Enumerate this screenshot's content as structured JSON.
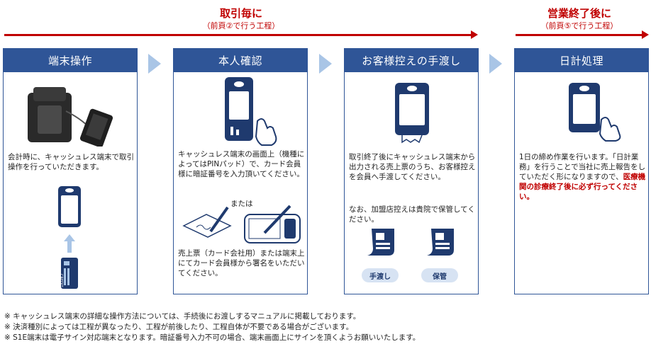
{
  "header": {
    "left_title": "取引毎に",
    "left_sub": "（前頁②で行う工程）",
    "right_title": "営業終了後に",
    "right_sub": "（前頁⑤で行う工程）"
  },
  "panels": [
    {
      "title": "端末操作",
      "text": "会計時に、キャッシュレス端末で取引操作を行っていただきます。"
    },
    {
      "title": "本人確認",
      "text1": "キャッシュレス端末の画面上（機種によってはPINパッド）で、カード会員様に暗証番号を入力頂いてください。",
      "or_label": "または",
      "text2": "売上票（カード会社用）または端末上にてカード会員様から署名をいただいてください。"
    },
    {
      "title": "お客様控えの手渡し",
      "text1": "取引終了後にキャッシュレス端末から出力される売上票のうち、お客様控えを会員へ手渡してください。",
      "text2": "なお、加盟店控えは貴院で保管してください。",
      "pill_hand": "手渡し",
      "pill_keep": "保管"
    },
    {
      "title": "日計処理",
      "text_a": "1日の締め作業を行います。「日計業務」を行うことで当社に売上報告をしていただく形になりますので、",
      "text_red": "医療機関の診療終了後に必ず行ってください。"
    }
  ],
  "card_label": "CREDIT",
  "notes": [
    "※ キャッシュレス端末の詳細な操作方法については、手続後にお渡しするマニュアルに掲載しております。",
    "※ 決済種別によっては工程が異なったり、工程が前後したり、工程自体が不要である場合がございます。",
    "※ S1E端末は電子サイン対応端末となります。暗証番号入力不可の場合、端末画面上にサインを頂くようお願いいたします。"
  ],
  "colors": {
    "accent_red": "#c00000",
    "panel_blue": "#2f5597",
    "chevron": "#a9c5e6"
  }
}
